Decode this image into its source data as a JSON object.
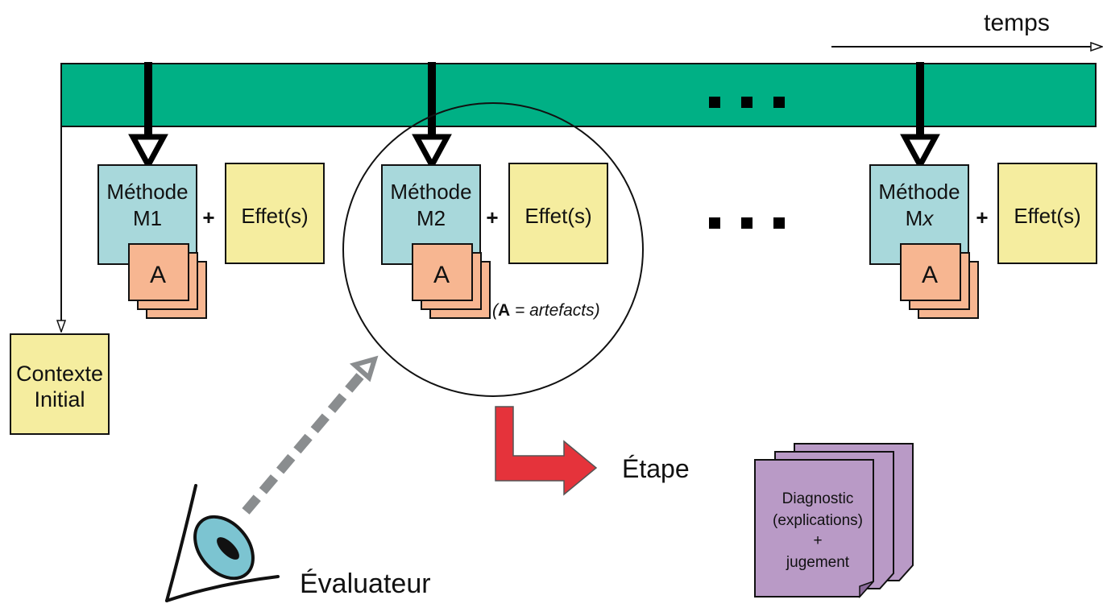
{
  "time_axis": {
    "label": "temps"
  },
  "colors": {
    "timeline": "#00b085",
    "method_box": "#a8d8db",
    "effect_box": "#f5ed9f",
    "artifact_box": "#f7b691",
    "context_box": "#f5ed9f",
    "report_box": "#b99ac6",
    "step_arrow": "#e5333b",
    "gaze_arrow": "#8a8d8f",
    "eye_iris": "#7cc4d1"
  },
  "ellipsis": "...",
  "stages": [
    {
      "method_line1": "Méthode",
      "method_line2": "M1",
      "plus": "+",
      "effect": "Effet(s)",
      "artifact": "A"
    },
    {
      "method_line1": "Méthode",
      "method_line2": "M2",
      "plus": "+",
      "effect": "Effet(s)",
      "artifact": "A"
    },
    {
      "method_line1": "Méthode",
      "method_line2_prefix": "M",
      "method_line2_italic": "x",
      "plus": "+",
      "effect": "Effet(s)",
      "artifact": "A"
    }
  ],
  "artifact_note": {
    "open": "(",
    "letter": "A",
    "rest": " = artefacts)"
  },
  "context": {
    "line1": "Contexte",
    "line2": "Initial"
  },
  "step": {
    "label": "Étape"
  },
  "evaluator": {
    "label": "Évaluateur"
  },
  "report": {
    "line1": "Diagnostic",
    "line2": "(explications)",
    "line3": "+",
    "line4": "jugement"
  }
}
